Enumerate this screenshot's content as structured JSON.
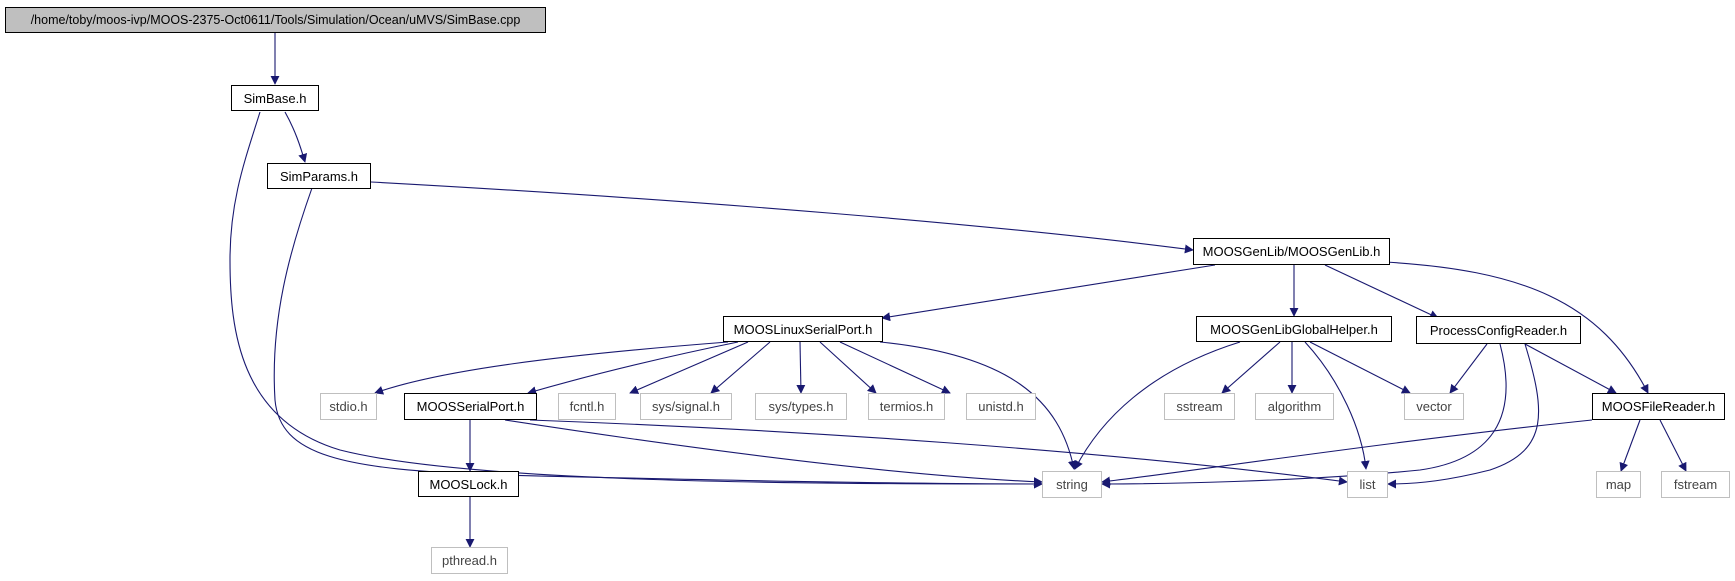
{
  "diagram": {
    "nodes": {
      "root": "/home/toby/moos-ivp/MOOS-2375-Oct0611/Tools/Simulation/Ocean/uMVS/SimBase.cpp",
      "simbase_h": "SimBase.h",
      "simparams_h": "SimParams.h",
      "moosgenlib_h": "MOOSGenLib/MOOSGenLib.h",
      "linuxserial_h": "MOOSLinuxSerialPort.h",
      "globalhelper_h": "MOOSGenLibGlobalHelper.h",
      "processconfig_h": "ProcessConfigReader.h",
      "stdio_h": "stdio.h",
      "serialport_h": "MOOSSerialPort.h",
      "fcntl_h": "fcntl.h",
      "signal_h": "sys/signal.h",
      "types_h": "sys/types.h",
      "termios_h": "termios.h",
      "unistd_h": "unistd.h",
      "sstream": "sstream",
      "algorithm": "algorithm",
      "vector": "vector",
      "filereader_h": "MOOSFileReader.h",
      "lock_h": "MOOSLock.h",
      "string": "string",
      "list": "list",
      "map": "map",
      "fstream": "fstream",
      "pthread_h": "pthread.h"
    },
    "colors": {
      "edge": "#191970",
      "node_border": "#000000",
      "system_border": "#bfbfbf",
      "root_fill": "#bfbfbf"
    }
  }
}
